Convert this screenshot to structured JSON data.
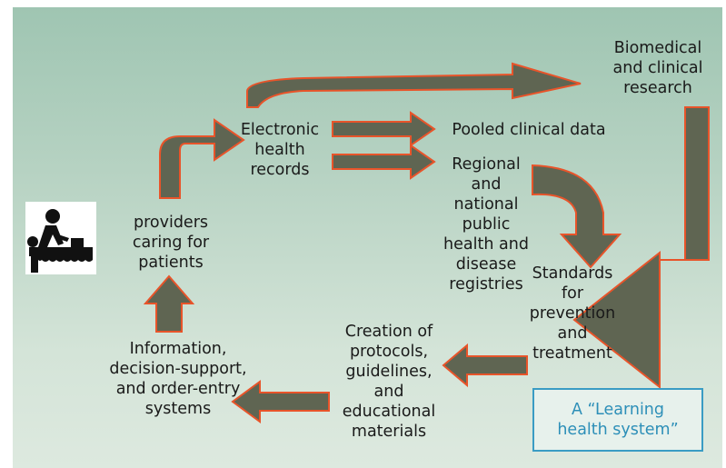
{
  "nodes": {
    "providers": "providers\ncaring for\npatients",
    "ehr": "Electronic\nhealth\nrecords",
    "pooled": "Pooled clinical data",
    "registries": "Regional\nand\nnational\npublic\nhealth and\ndisease\nregistries",
    "research": "Biomedical\nand clinical\nresearch",
    "standards": "Standards\nfor\nprevention\nand\ntreatment",
    "protocols": "Creation of\nprotocols,\nguidelines,\nand\neducational\nmaterials",
    "systems": "Information,\ndecision-support,\nand order-entry\nsystems"
  },
  "badge": "A “Learning\nhealth system”",
  "colors": {
    "arrow_fill": "#5f6552",
    "arrow_stroke": "#e8542a",
    "badge_border": "#3a9cc4",
    "badge_text": "#2d8fb8"
  },
  "icons": {
    "person": "patient-care-icon"
  }
}
